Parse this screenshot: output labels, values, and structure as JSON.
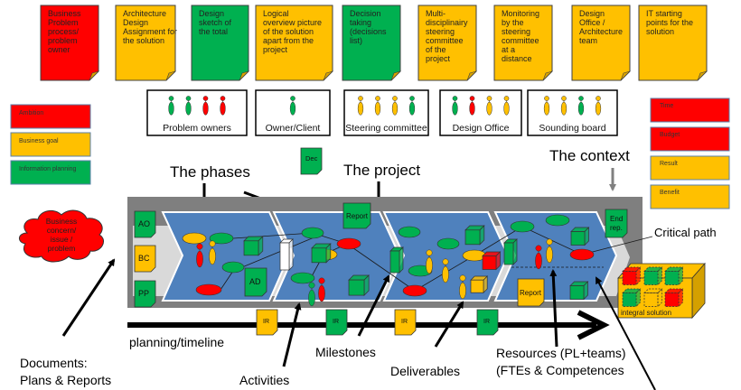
{
  "colors": {
    "red": "#ff0000",
    "amber": "#ffc000",
    "green": "#00b050",
    "phase_blue": "#4f81bd",
    "context_gray": "#7f7f7f",
    "light_gray": "#d9d9d9"
  },
  "top_notes": [
    {
      "color": "red",
      "lines": [
        "Business",
        "Problem",
        "process/",
        "problem",
        "owner"
      ]
    },
    {
      "color": "amber",
      "lines": [
        "Architecture",
        "Design",
        "Assignment for",
        "the solution"
      ]
    },
    {
      "color": "green",
      "lines": [
        "Design",
        "sketch of",
        "the total"
      ]
    },
    {
      "color": "amber",
      "lines": [
        "Logical",
        "overview picture",
        "of the solution",
        "apart from the",
        "project"
      ]
    },
    {
      "color": "green",
      "lines": [
        "Decision",
        "taking",
        "(decisions",
        "list)"
      ]
    },
    {
      "color": "amber",
      "lines": [
        "Multi-",
        "disciplinairy",
        "steering",
        "committee",
        "of the",
        "project"
      ]
    },
    {
      "color": "amber",
      "lines": [
        "Monitoring",
        "by the",
        "steering",
        "committee",
        "at a",
        "distance"
      ]
    },
    {
      "color": "amber",
      "lines": [
        "Design",
        "Office /",
        "Architecture",
        "team"
      ]
    },
    {
      "color": "amber",
      "lines": [
        "IT starting",
        "points for the",
        "solution"
      ]
    }
  ],
  "left_legend": [
    {
      "label": "Ambition",
      "color": "red"
    },
    {
      "label": "Business goal",
      "color": "amber"
    },
    {
      "label": "Information planning",
      "color": "green"
    }
  ],
  "right_legend": [
    {
      "label": "Time",
      "color": "red"
    },
    {
      "label": "Budget",
      "color": "red"
    },
    {
      "label": "Result",
      "color": "amber"
    },
    {
      "label": "Benefit",
      "color": "amber"
    }
  ],
  "stakeholder_groups": [
    {
      "label": "Problem owners",
      "people": [
        "green",
        "green",
        "red",
        "red"
      ]
    },
    {
      "label": "Owner/Client",
      "people": [
        "green"
      ]
    },
    {
      "label": "Steering committee",
      "people": [
        "amber",
        "amber",
        "amber",
        "green"
      ]
    },
    {
      "label": "Design Office",
      "people": [
        "green",
        "red",
        "amber",
        "amber"
      ]
    },
    {
      "label": "Sounding board",
      "people": [
        "amber",
        "amber",
        "green",
        "amber"
      ]
    }
  ],
  "documents": {
    "dec": "Dec",
    "ao": "AO",
    "bc": "BC",
    "pp": "PP",
    "ad": "AD",
    "report_top": "Report",
    "report_bottom": "Report",
    "end_rep_1": "End",
    "end_rep_2": "rep.",
    "ir": "IR"
  },
  "cloud": [
    "Business",
    "concern/",
    "issue /",
    "problem"
  ],
  "labels": {
    "phases": "The phases",
    "project": "The project",
    "context": "The context",
    "critical_path": "Critical path",
    "planning_timeline": "planning/timeline",
    "documents_1": "Documents:",
    "documents_2": "Plans & Reports",
    "activities": "Activities",
    "milestones": "Milestones",
    "deliverables": "Deliverables",
    "resources_1": "Resources (PL+teams)",
    "resources_2": "(FTEs & Competences",
    "integral_solution": "integral solution"
  }
}
